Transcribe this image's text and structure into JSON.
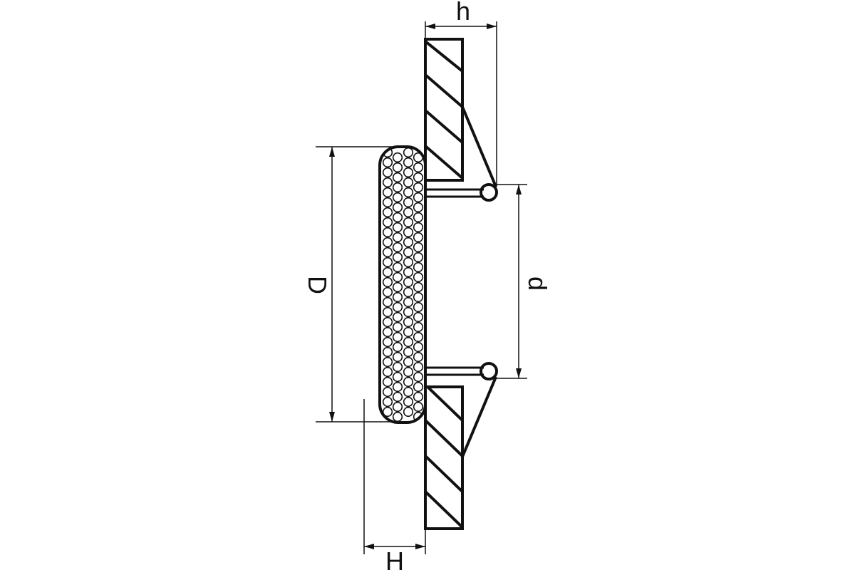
{
  "labels": {
    "h": "h",
    "D": "D",
    "d": "d",
    "H": "H"
  },
  "colors": {
    "line": "#111111",
    "background": "#ffffff"
  }
}
